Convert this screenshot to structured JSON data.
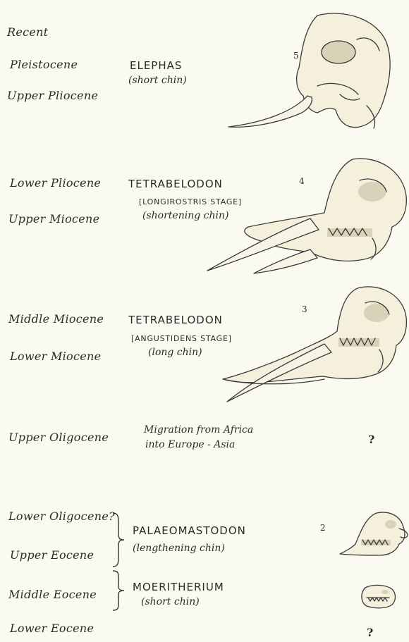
{
  "epochs": {
    "recent": "Recent",
    "pleistocene": "Pleistocene",
    "upper_pliocene": "Upper Pliocene",
    "lower_pliocene": "Lower Pliocene",
    "upper_miocene": "Upper Miocene",
    "middle_miocene": "Middle Miocene",
    "lower_miocene": "Lower Miocene",
    "upper_oligocene": "Upper Oligocene",
    "lower_oligocene": "Lower Oligocene?",
    "upper_eocene": "Upper Eocene",
    "middle_eocene": "Middle Eocene",
    "lower_eocene": "Lower Eocene"
  },
  "stages": {
    "elephas": {
      "name": "ELEPHAS",
      "note": "(short chin)",
      "number": "5"
    },
    "tetrabelodon_longirostris": {
      "name": "TETRABELODON",
      "stage": "[LONGIROSTRIS STAGE]",
      "note": "(shortening chin)",
      "number": "4"
    },
    "tetrabelodon_angustidens": {
      "name": "TETRABELODON",
      "stage": "[ANGUSTIDENS STAGE]",
      "note": "(long chin)",
      "number": "3"
    },
    "migration": {
      "line1": "Migration from Africa",
      "line2": "into Europe - Asia",
      "mark": "?"
    },
    "palaeomastodon": {
      "name": "PALAEOMASTODON",
      "note": "(lengthening chin)",
      "number": "2"
    },
    "moeritherium": {
      "name": "MOERITHERIUM",
      "note": "(short chin)"
    },
    "lower_eocene_mark": "?"
  },
  "icons": {
    "skull_5": "elephas-skull-icon",
    "skull_4": "tetrabelodon-longirostris-skull-icon",
    "skull_3": "tetrabelodon-angustidens-skull-icon",
    "skull_2": "palaeomastodon-skull-icon",
    "skull_1": "moeritherium-skull-icon"
  }
}
